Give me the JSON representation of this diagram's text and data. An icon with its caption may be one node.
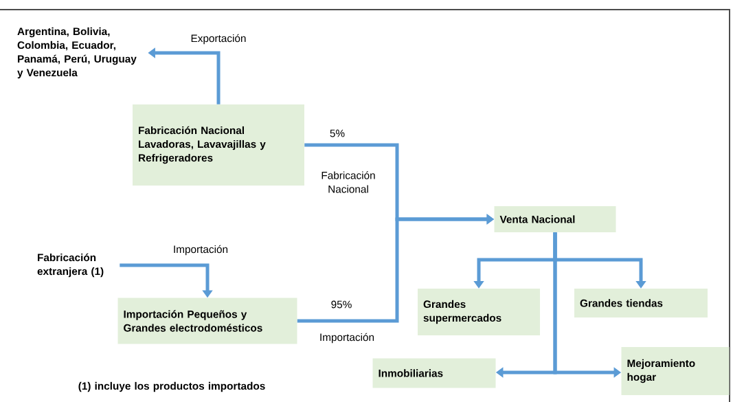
{
  "diagram": {
    "nodes": [
      {
        "text": [
          "Argentina, Bolivia, Colombia, Ecuador, Panamá, Perú, Uruguay y Venezuela"
        ]
      },
      {
        "text": [
          "Fabricación Nacional Lavadoras, Lavavajillas y Refrigeradores"
        ]
      },
      {
        "text": [
          "Fabricación extranjera (1)"
        ]
      },
      {
        "text": [
          "Importación Pequeños y Grandes electrodomésticos"
        ]
      },
      {
        "text": [
          "Venta Nacional"
        ]
      },
      {
        "text": [
          "Grandes supermercados"
        ]
      },
      {
        "text": [
          "Grandes tiendas"
        ]
      },
      {
        "text": [
          "Inmobiliarias"
        ]
      },
      {
        "text": [
          "Mejoramiento hogar"
        ]
      }
    ],
    "edges": [
      {
        "from": 1,
        "to": 0,
        "arrow": "to",
        "label": "Exportación"
      },
      {
        "from": 1,
        "to": 4,
        "arrow": "to",
        "label": "5%"
      },
      {
        "from": 2,
        "to": 3,
        "arrow": "to",
        "label": "Importación"
      },
      {
        "from": 3,
        "to": 4,
        "arrow": "to",
        "label": "95%"
      },
      {
        "from": 4,
        "to": 5,
        "arrow": "to"
      },
      {
        "from": 4,
        "to": 6,
        "arrow": "to"
      },
      {
        "from": 4,
        "to": 7,
        "arrow": "to"
      },
      {
        "from": 4,
        "to": 8,
        "arrow": "to"
      }
    ],
    "labels": [
      "Fabricación Nacional",
      "Importación",
      "(1) incluye los productos importados"
    ]
  }
}
